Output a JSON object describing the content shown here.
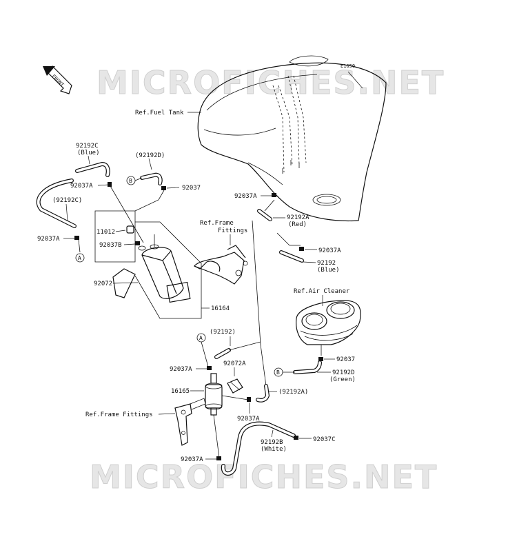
{
  "watermark": "MICROFICHES.NET",
  "front_label": "FRONT",
  "diagram_code": "E1650",
  "labels": {
    "ref_fuel_tank": "Ref.Fuel Tank",
    "p92192c_blue_num": "92192C",
    "p92192c_blue_color": "(Blue)",
    "p92037a_upper_left": "92037A",
    "p92192c_paren": "(92192C)",
    "p92037a_left": "92037A",
    "p11012": "11012",
    "p92037b": "92037B",
    "p92072": "92072",
    "p16164": "16164",
    "p92192d_paren": "(92192D)",
    "p92037_upper": "92037",
    "ref_frame_fittings_upper_1": "Ref.Frame",
    "ref_frame_fittings_upper_2": "Fittings",
    "p92037a_tank": "92037A",
    "p92192a_red_num": "92192A",
    "p92192a_red_color": "(Red)",
    "p92037a_right": "92037A",
    "p92192_blue_num": "92192",
    "p92192_blue_color": "(Blue)",
    "ref_air_cleaner": "Ref.Air Cleaner",
    "p92192_paren": "(92192)",
    "p92037a_filter": "92037A",
    "p92072a": "92072A",
    "p16165": "16165",
    "ref_frame_fittings_lower": "Ref.Frame Fittings",
    "p92192a_paren": "(92192A)",
    "p92037a_lower_mid": "92037A",
    "p92037_aircleaner": "92037",
    "p92192d_green_num": "92192D",
    "p92192d_green_color": "(Green)",
    "p92192b_white_num": "92192B",
    "p92192b_white_color": "(White)",
    "p92037c": "92037C",
    "p92037a_bottom": "92037A",
    "marker_a": "A",
    "marker_b": "B"
  }
}
